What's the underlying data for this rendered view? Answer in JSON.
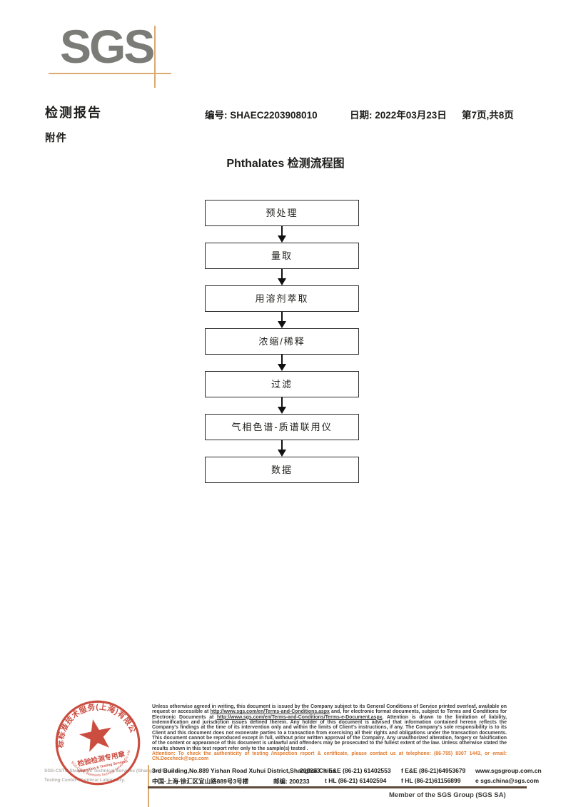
{
  "logo": {
    "text": "SGS"
  },
  "header": {
    "report_title": "检测报告",
    "attachment": "附件",
    "report_no": "编号: SHAEC2203908010",
    "date": "日期: 2022年03月23日",
    "page_info": "第7页,共8页"
  },
  "flowchart": {
    "title": "Phthalates 检测流程图",
    "steps": [
      "预处理",
      "量取",
      "用溶剂萃取",
      "浓缩/稀释",
      "过滤",
      "气相色谱-质谱联用仪",
      "数据"
    ]
  },
  "stamp": {
    "ring_top": "通标标准技术服务(上海)有限公司",
    "ring_bottom": "SGS-CSTC Standards Technical Services Co.,Ltd.",
    "center_cn": "检验检测专用章",
    "center_en": "Inspection & Testing Services"
  },
  "footer": {
    "company_en": "SGS-CSTC Standards Technical Services (Shanghai) Co.,Ltd.",
    "company_dept": "Testing Center-Chemical Laboratory.",
    "legal": {
      "part1": "Unless otherwise agreed in writing, this document is issued by the Company subject to its General Conditions of Service printed overleaf, available on request or accessible at ",
      "url1": "http://www.sgs.com/en/Terms-and-Conditions.aspx",
      "part2": " and, for electronic format documents, subject to Terms and Conditions for Electronic Documents at ",
      "url2": "http://www.sgs.com/en/Terms-and-Conditions/Terms-e-Document.aspx",
      "part3": ". Attention is drawn to the limitation of liability, indemnification and jurisdiction issues defined therein. Any holder of this document is advised that information contained hereon reflects the Company's findings at the time of its intervention only and within the limits of Client's instructions, if any. The Company's sole responsibility is to its Client and this document does not exonerate parties to a transaction from exercising all their rights and obligations under the transaction documents. This document cannot be reproduced except in full, without prior written approval of the Company. Any unauthorized alteration, forgery or falsification of the content or appearance of this document is unlawful and offenders may be prosecuted to the fullest extent of the law. Unless otherwise stated the results shown in this test report refer only to the sample(s) tested ."
    },
    "attention": "Attention: To check the authenticity of testing /inspection report & certificate, please contact us at telephone: (86-755) 8307 1443, or email: CN.Doccheck@sgs.com",
    "address_en": "3rd Building,No.889 Yishan Road Xuhui District,Shanghai China",
    "postcode": "200233",
    "tel1": "t E&E (86-21) 61402553",
    "fax1": "f E&E (86-21)64953679",
    "website": "www.sgsgroup.com.cn",
    "address_cn": "中国·上海·徐汇区宜山路889号3号楼",
    "postcode_cn": "邮编: 200233",
    "tel2": "t HL (86-21) 61402594",
    "fax2": "f HL (86-21)61156899",
    "email": "e  sgs.china@sgs.com",
    "member": "Member of the SGS Group (SGS SA)"
  },
  "colors": {
    "logo_gray": "#7b7b77",
    "crosshair_tan": "#dca970",
    "stamp_red": "#c63a2c",
    "attention_orange": "#e07b2f",
    "rule_brown": "#5e4a3a",
    "text_black": "#1d1d1b"
  }
}
